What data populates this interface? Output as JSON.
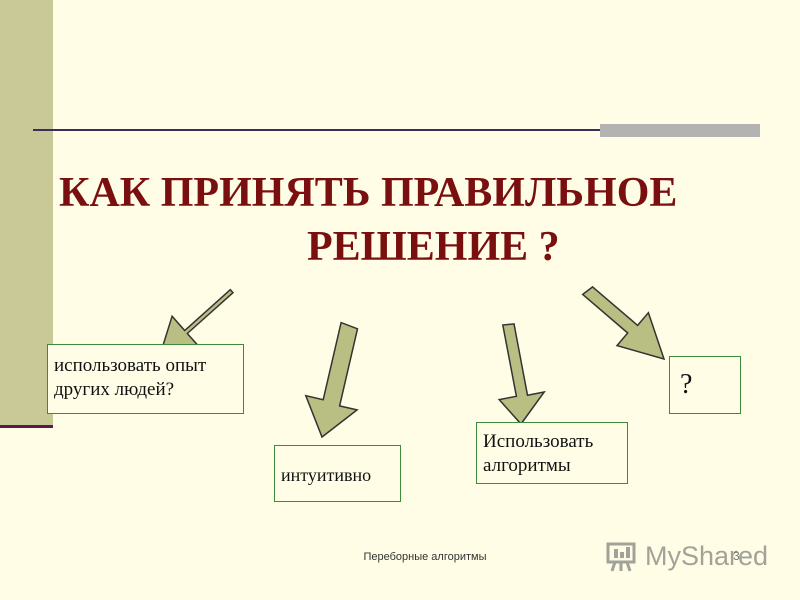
{
  "title": {
    "line1": "КАК ПРИНЯТЬ ПРАВИЛЬНОЕ",
    "line2": "РЕШЕНИЕ ?"
  },
  "boxes": {
    "experience": "использовать опыт других людей?",
    "intuition": "интуитивно",
    "algorithms": "Использовать алгоритмы",
    "unknown": "?"
  },
  "footer": {
    "text": "Переборные алгоритмы",
    "page_number": "3"
  },
  "watermark": {
    "text": "MyShared"
  },
  "colors": {
    "background": "#fffde6",
    "sidebar": "#c9c997",
    "title": "#7a0f10",
    "box_border": "#3d8a3d",
    "arrow_fill": "#b9bf82"
  }
}
